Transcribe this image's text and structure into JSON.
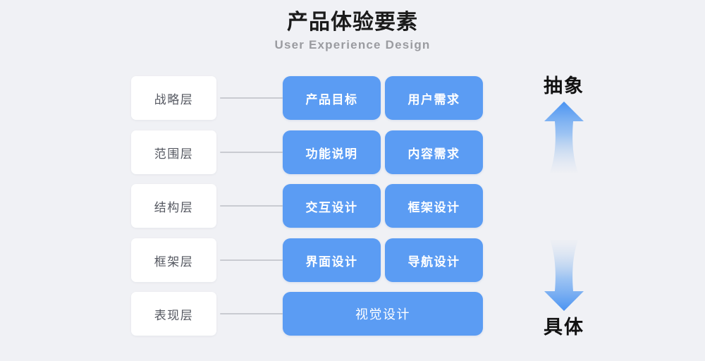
{
  "header": {
    "title": "产品体验要素",
    "subtitle": "User Experience Design"
  },
  "colors": {
    "background": "#f0f1f5",
    "box_blue": "#5b9cf3",
    "card_white": "#ffffff",
    "connector_gray": "#c9cbd1",
    "label_text": "#555861",
    "subtitle_gray": "#9a9ba0",
    "axis_text": "#111111"
  },
  "axis": {
    "top_label": "抽象",
    "bottom_label": "具体",
    "up_arrow_icon": "arrow-up-icon",
    "down_arrow_icon": "arrow-down-icon"
  },
  "layers": [
    {
      "label": "战略层",
      "boxes": [
        "产品目标",
        "用户需求"
      ]
    },
    {
      "label": "范围层",
      "boxes": [
        "功能说明",
        "内容需求"
      ]
    },
    {
      "label": "结构层",
      "boxes": [
        "交互设计",
        "框架设计"
      ]
    },
    {
      "label": "框架层",
      "boxes": [
        "界面设计",
        "导航设计"
      ]
    },
    {
      "label": "表现层",
      "boxes": [
        "视觉设计"
      ]
    }
  ]
}
